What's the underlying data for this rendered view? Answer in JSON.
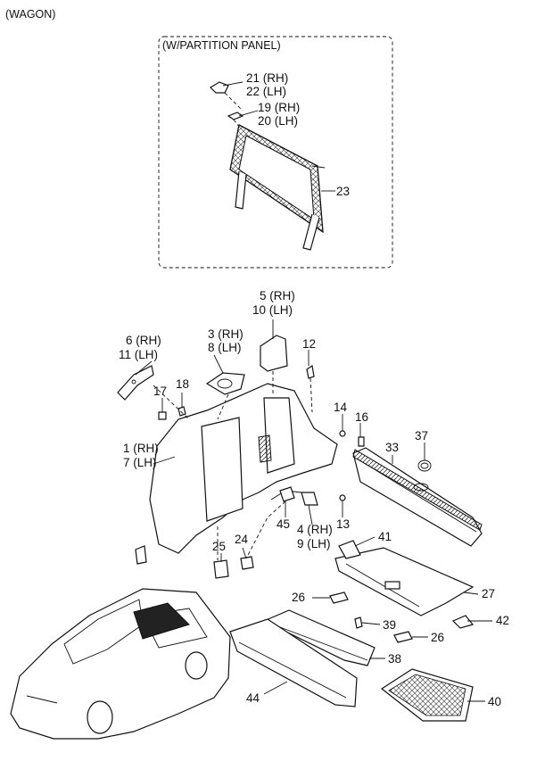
{
  "header": {
    "model_label": "(WAGON)"
  },
  "inset": {
    "title": "(W/PARTITION PANEL)"
  },
  "callouts": [
    {
      "id": "c21",
      "text": "21 (RH)"
    },
    {
      "id": "c22",
      "text": "22 (LH)"
    },
    {
      "id": "c19",
      "text": "19 (RH)"
    },
    {
      "id": "c20",
      "text": "20 (LH)"
    },
    {
      "id": "c23",
      "text": "23"
    },
    {
      "id": "c5",
      "text": "5 (RH)"
    },
    {
      "id": "c10",
      "text": "10 (LH)"
    },
    {
      "id": "c3",
      "text": "3 (RH)"
    },
    {
      "id": "c8",
      "text": "8 (LH)"
    },
    {
      "id": "c12",
      "text": "12"
    },
    {
      "id": "c6",
      "text": "6 (RH)"
    },
    {
      "id": "c11",
      "text": "11 (LH)"
    },
    {
      "id": "c17",
      "text": "17"
    },
    {
      "id": "c18",
      "text": "18"
    },
    {
      "id": "c14",
      "text": "14"
    },
    {
      "id": "c16",
      "text": "16"
    },
    {
      "id": "c33",
      "text": "33"
    },
    {
      "id": "c37",
      "text": "37"
    },
    {
      "id": "c1",
      "text": "1 (RH)"
    },
    {
      "id": "c7",
      "text": "7 (LH)"
    },
    {
      "id": "c45",
      "text": "45"
    },
    {
      "id": "c13",
      "text": "13"
    },
    {
      "id": "c4",
      "text": "4 (RH)"
    },
    {
      "id": "c9",
      "text": "9 (LH)"
    },
    {
      "id": "c41",
      "text": "41"
    },
    {
      "id": "c25",
      "text": "25"
    },
    {
      "id": "c24",
      "text": "24"
    },
    {
      "id": "c27",
      "text": "27"
    },
    {
      "id": "c26a",
      "text": "26"
    },
    {
      "id": "c42",
      "text": "42"
    },
    {
      "id": "c39",
      "text": "39"
    },
    {
      "id": "c26b",
      "text": "26"
    },
    {
      "id": "c38",
      "text": "38"
    },
    {
      "id": "c44",
      "text": "44"
    },
    {
      "id": "c40",
      "text": "40"
    }
  ]
}
